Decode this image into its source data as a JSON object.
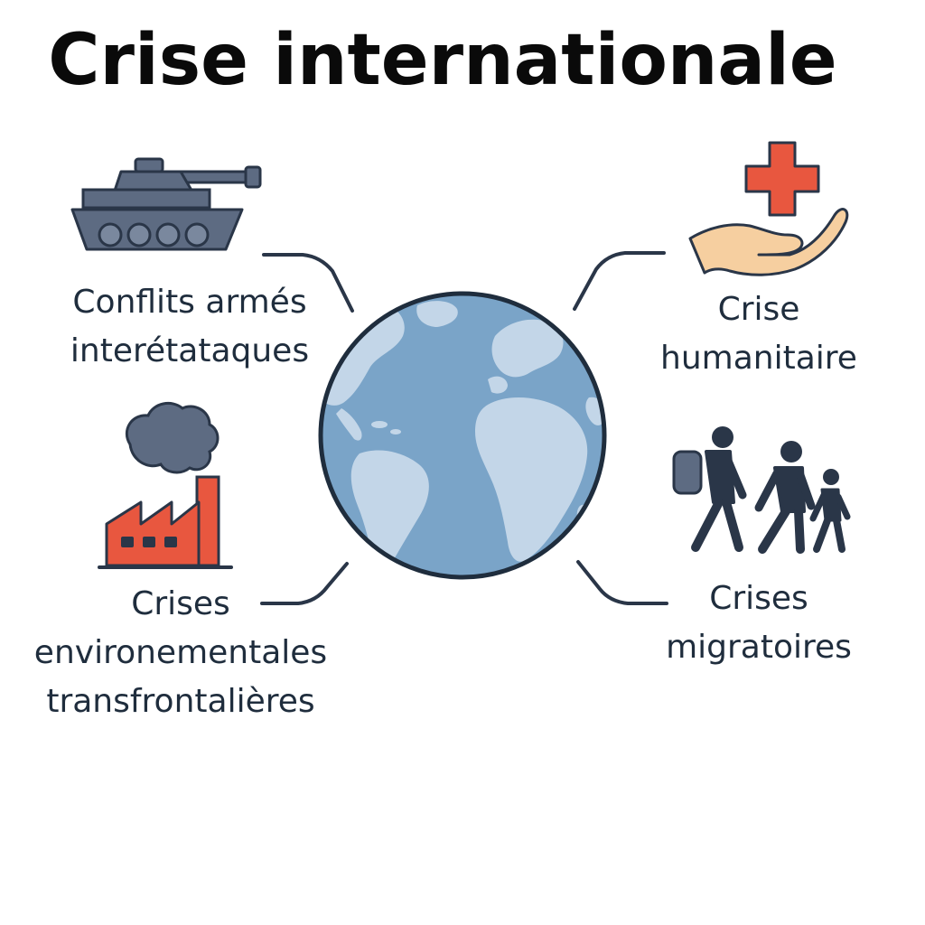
{
  "title": "Crise internationale",
  "nodes": {
    "conflits": {
      "line1": "Conflits armés",
      "line2": "interétataques",
      "icon": "tank-icon"
    },
    "humanitaire": {
      "line1": "Crise",
      "line2": "humanitaire",
      "icon": "helping-hand-cross-icon"
    },
    "environnement": {
      "line1": "Crises",
      "line2": "environementales",
      "line3": "transfrontalières",
      "icon": "factory-pollution-icon"
    },
    "migratoire": {
      "line1": "Crises",
      "line2": "migratoires",
      "icon": "migrants-walking-icon"
    }
  },
  "center": {
    "icon": "globe-icon"
  },
  "colors": {
    "ocean": "#7aa4c8",
    "land": "#c3d6e8",
    "outline": "#1f2d3d",
    "slate": "#5d6b82",
    "red": "#e8573f",
    "skin": "#f6cfa0",
    "dark": "#2a3648"
  }
}
